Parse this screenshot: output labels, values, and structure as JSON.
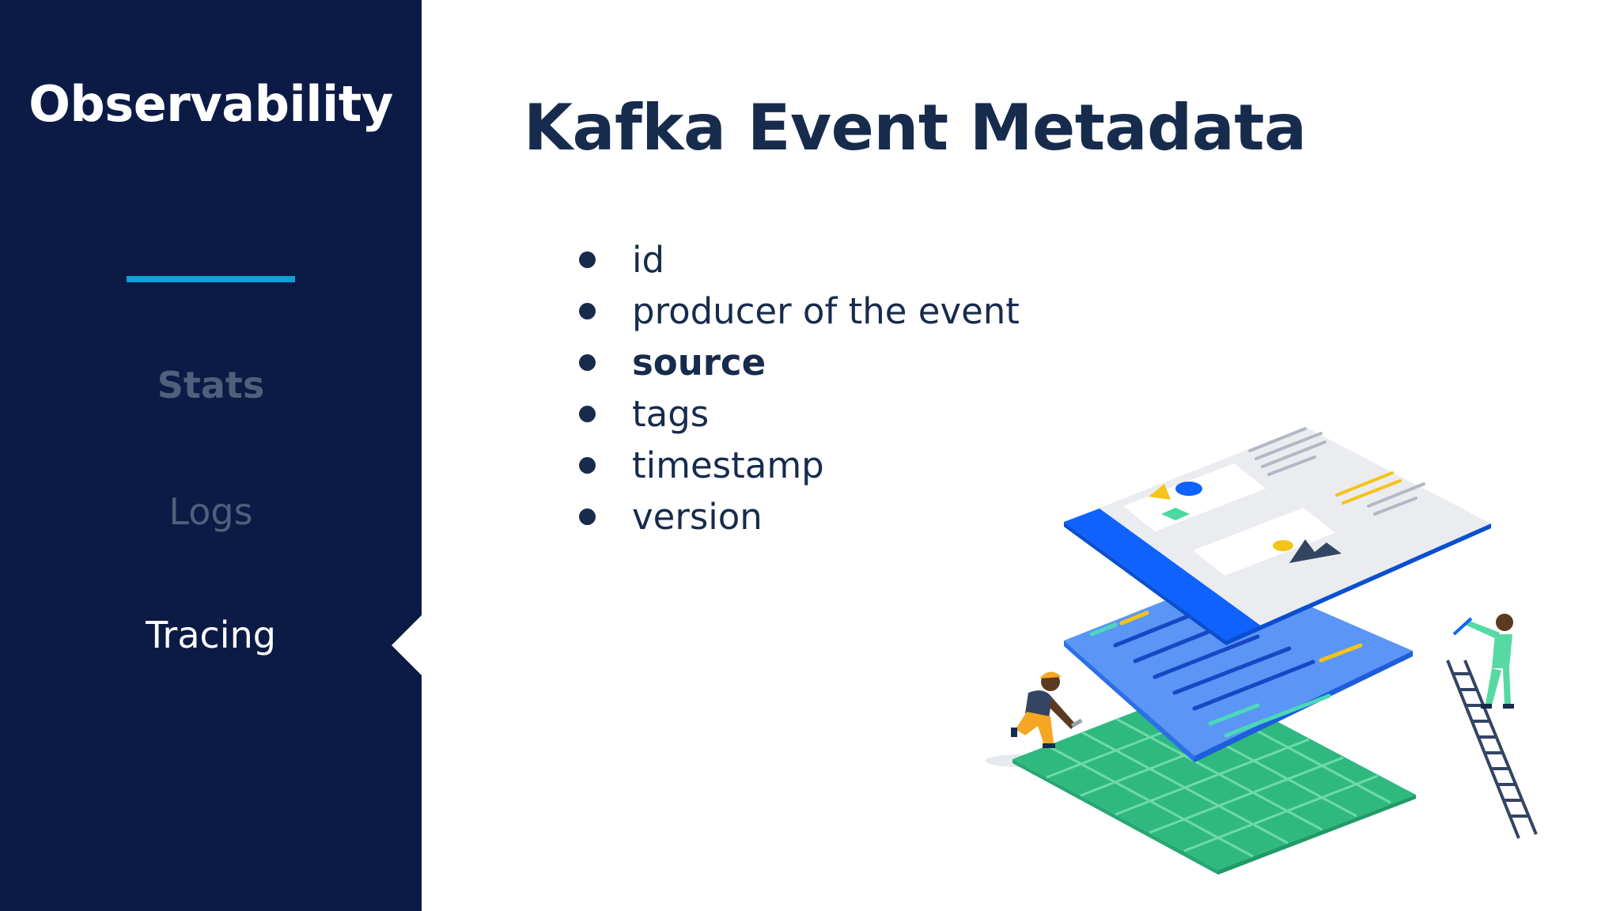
{
  "sidebar": {
    "title": "Observability",
    "items": [
      {
        "label": "Stats"
      },
      {
        "label": "Logs"
      },
      {
        "label": "Tracing"
      }
    ],
    "accent_color": "#10a0d4",
    "background_color": "#0b1b45"
  },
  "main": {
    "title": "Kafka Event Metadata",
    "bullets": [
      "id",
      "producer of the event",
      "source",
      "tags",
      "timestamp",
      "version"
    ]
  },
  "illustration": {
    "icon": "layered-platform-illustration"
  }
}
